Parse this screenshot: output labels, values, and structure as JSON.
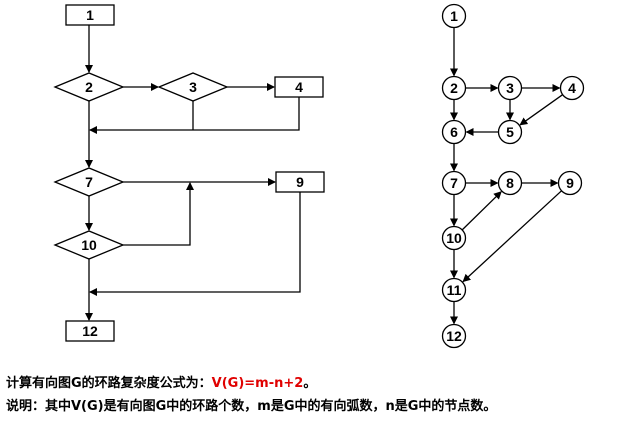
{
  "flowchart": {
    "nodes": [
      {
        "id": "1",
        "label": "1",
        "shape": "rect"
      },
      {
        "id": "2",
        "label": "2",
        "shape": "diamond"
      },
      {
        "id": "3",
        "label": "3",
        "shape": "diamond"
      },
      {
        "id": "4",
        "label": "4",
        "shape": "rect"
      },
      {
        "id": "7",
        "label": "7",
        "shape": "diamond"
      },
      {
        "id": "9",
        "label": "9",
        "shape": "rect"
      },
      {
        "id": "10",
        "label": "10",
        "shape": "diamond"
      },
      {
        "id": "12",
        "label": "12",
        "shape": "rect"
      }
    ]
  },
  "flowgraph": {
    "nodes": [
      "1",
      "2",
      "3",
      "4",
      "5",
      "6",
      "7",
      "8",
      "9",
      "10",
      "11",
      "12"
    ],
    "edges": [
      [
        "1",
        "2"
      ],
      [
        "2",
        "3"
      ],
      [
        "3",
        "4"
      ],
      [
        "3",
        "5"
      ],
      [
        "4",
        "5"
      ],
      [
        "5",
        "6"
      ],
      [
        "2",
        "6"
      ],
      [
        "6",
        "7"
      ],
      [
        "7",
        "8"
      ],
      [
        "8",
        "9"
      ],
      [
        "7",
        "10"
      ],
      [
        "10",
        "8"
      ],
      [
        "10",
        "11"
      ],
      [
        "9",
        "11"
      ],
      [
        "11",
        "12"
      ]
    ]
  },
  "captions": {
    "formula_prefix": "计算有向图G的环路复杂度公式为：",
    "formula": "V(G)=m-n+2",
    "formula_suffix": "。",
    "note": "说明：其中V(G)是有向图G中的环路个数，m是G中的有向弧数，n是G中的节点数。"
  },
  "colors": {
    "line": "#000000",
    "formula": "#e00000"
  }
}
